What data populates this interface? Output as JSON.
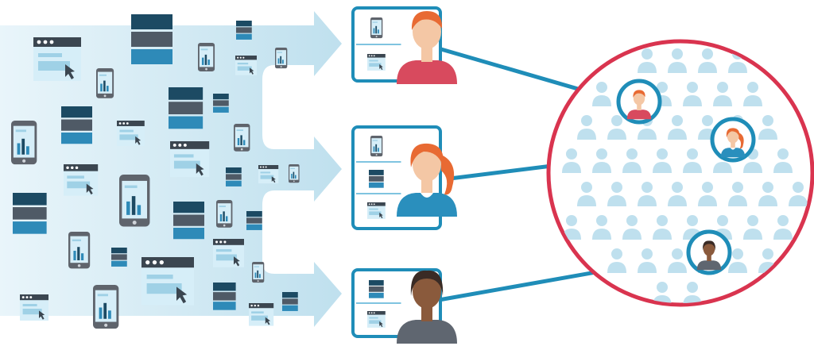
{
  "palette": {
    "flow_arrow": "#cfe8f2",
    "flow_arrow_dark": "#b7dcea",
    "navy": "#1c4a63",
    "teal": "#2e8ab8",
    "teal_light": "#7fc4e0",
    "screen_gray": "#5f646c",
    "screen_light": "#d6eef8",
    "browser_bar": "#3b4650",
    "card_border": "#1f8db8",
    "link_line": "#1f8db8",
    "audience_ring": "#d9344f",
    "audience_fill": "#ffffff",
    "audience_people": "#bfe0ee",
    "skin_light": "#f4c7a5",
    "hair_orange": "#e86a33",
    "hair_dark": "#3a2b25",
    "skin_dark": "#8a5a3c",
    "shirt_pink": "#d84a5e",
    "shirt_blue": "#2a8fbd",
    "shirt_gray": "#5f6670"
  },
  "diagram": {
    "source_devices": [
      {
        "type": "browser-window",
        "icon": "browser-window-icon"
      },
      {
        "type": "server-stack",
        "icon": "server-stack-icon"
      },
      {
        "type": "smartphone",
        "icon": "smartphone-icon"
      }
    ],
    "flow_arrows": 3,
    "profiles": [
      {
        "name": "male-user-profile",
        "avatar": "male-red-hair-icon",
        "devices": [
          "smartphone-icon",
          "browser-window-icon"
        ]
      },
      {
        "name": "female-user-profile",
        "avatar": "female-red-hair-icon",
        "devices": [
          "smartphone-icon",
          "server-stack-icon",
          "browser-window-icon"
        ]
      },
      {
        "name": "dark-skin-user-profile",
        "avatar": "dark-skin-person-icon",
        "devices": [
          "server-stack-icon",
          "browser-window-icon"
        ]
      }
    ],
    "audience": {
      "icon": "audience-crowd-icon",
      "highlighted": 3
    }
  }
}
